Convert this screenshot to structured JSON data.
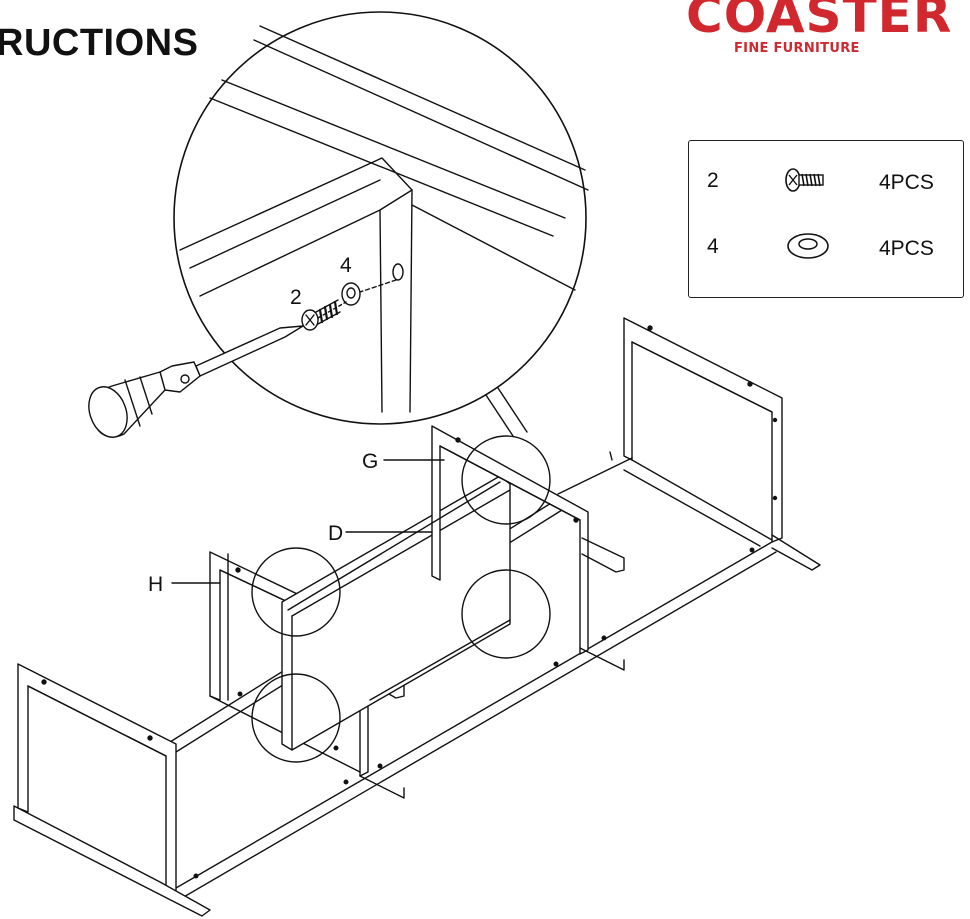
{
  "header": {
    "title": "RUCTIONS"
  },
  "brand": {
    "name": "COASTER",
    "tagline": "FINE FURNITURE"
  },
  "parts": [
    {
      "id": "2",
      "qty": "4PCS",
      "icon": "screw-icon"
    },
    {
      "id": "4",
      "qty": "4PCS",
      "icon": "washer-icon"
    }
  ],
  "detail": {
    "screw_label": "2",
    "washer_label": "4"
  },
  "labels": {
    "G": "G",
    "D": "D",
    "H": "H"
  }
}
